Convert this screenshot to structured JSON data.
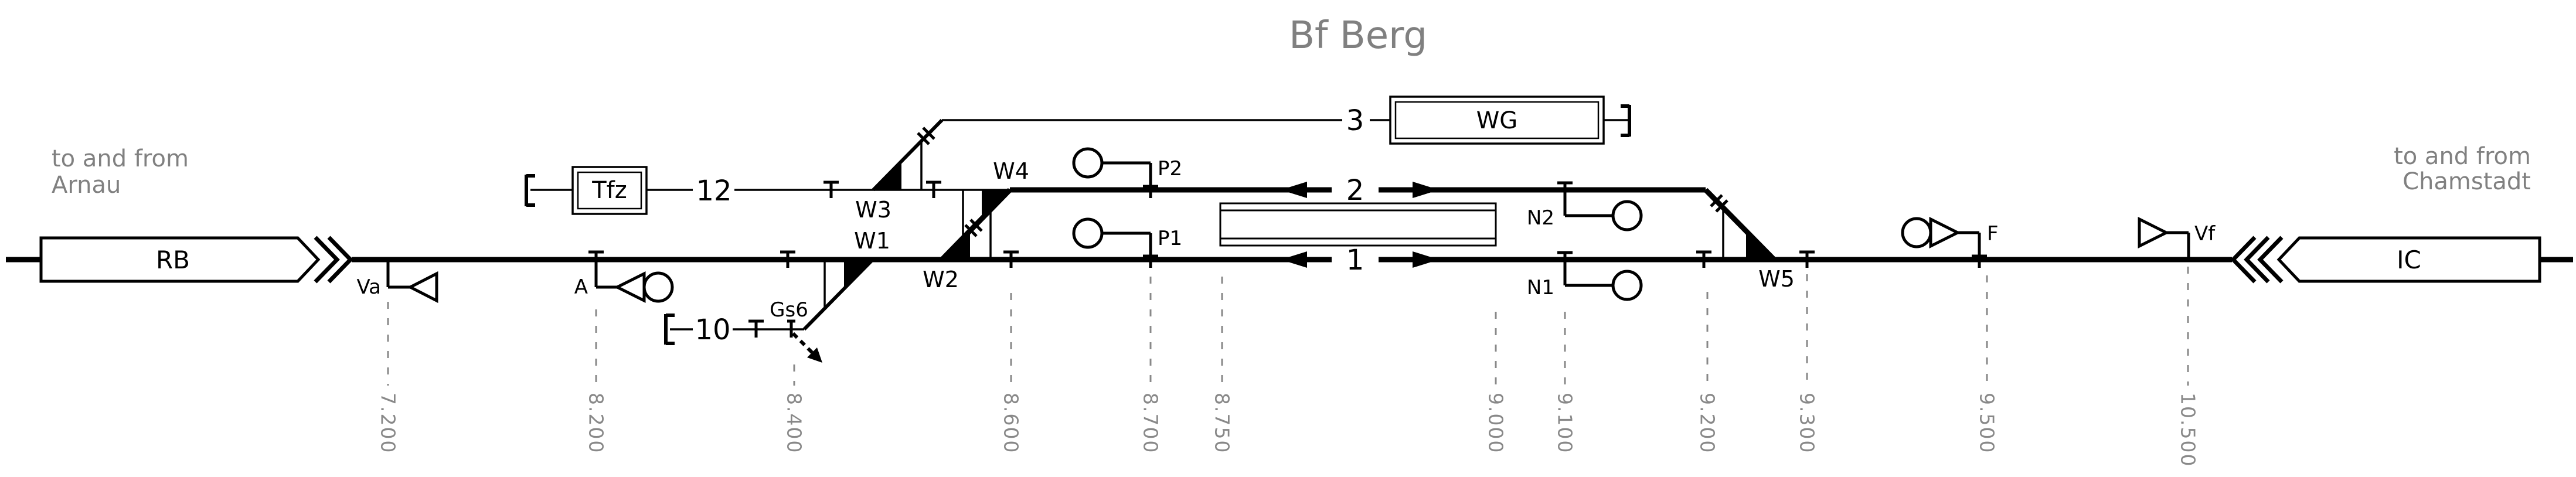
{
  "title": "Bf Berg",
  "colors": {
    "line": "#000000",
    "muted": "#808080",
    "km_gray": "#888888"
  },
  "notes": {
    "left": {
      "line1": "to and from",
      "line2": "Arnau"
    },
    "right": {
      "line1": "to and from",
      "line2": "Chamstadt"
    }
  },
  "trains": {
    "left_box_label": "RB",
    "right_box_label": "IC"
  },
  "facilities": {
    "tfz_label": "Tfz",
    "wg_label": "WG"
  },
  "tracks": {
    "t1": {
      "label": "1"
    },
    "t2": {
      "label": "2"
    },
    "t3": {
      "label": "3"
    },
    "t10": {
      "label": "10"
    },
    "t12": {
      "label": "12"
    }
  },
  "switches": {
    "w1": {
      "label": "W1"
    },
    "w2": {
      "label": "W2"
    },
    "w3": {
      "label": "W3"
    },
    "w4": {
      "label": "W4"
    },
    "w5": {
      "label": "W5"
    }
  },
  "derailer": {
    "label": "Gs6"
  },
  "signals": {
    "va": {
      "label": "Va"
    },
    "a": {
      "label": "A"
    },
    "p1": {
      "label": "P1"
    },
    "p2": {
      "label": "P2"
    },
    "n1": {
      "label": "N1"
    },
    "n2": {
      "label": "N2"
    },
    "f": {
      "label": "F"
    },
    "vf": {
      "label": "Vf"
    }
  },
  "km_marks": [
    {
      "label": "7.200"
    },
    {
      "label": "8.200"
    },
    {
      "label": "8.400"
    },
    {
      "label": "8.600"
    },
    {
      "label": "8.700"
    },
    {
      "label": "8.750"
    },
    {
      "label": "9.000"
    },
    {
      "label": "9.100"
    },
    {
      "label": "9.200"
    },
    {
      "label": "9.300"
    },
    {
      "label": "9.500"
    },
    {
      "label": "10.500"
    }
  ]
}
